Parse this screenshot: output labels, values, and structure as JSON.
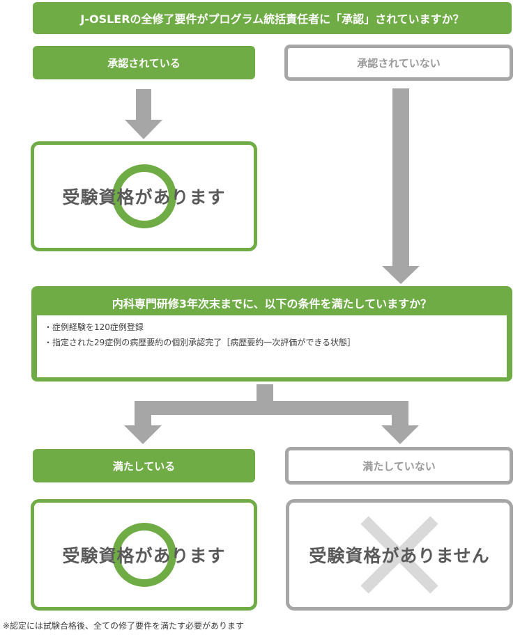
{
  "question1": "J-OSLERの全修了要件がプログラム統括責任者に「承認」されていますか？",
  "approved": "承認されている",
  "not_approved": "承認されていない",
  "result_ok_1": "受験資格があります",
  "question2": {
    "title": "内科専門研修3年次末までに、以下の条件を満たしていますか？",
    "items": [
      "・症例経験を120症例登録",
      "・指定された29症例の病歴要約の個別承認完了［病歴要約一次評価ができる状態］"
    ]
  },
  "satisfied": "満たしている",
  "not_satisfied": "満たしていない",
  "result_ok_2": "受験資格があります",
  "result_ng": "受験資格がありません",
  "footnote": "※認定には試験合格後、全ての修了要件を満たす必要があります",
  "colors": {
    "green": "#6fac46",
    "gray": "#a6a6a6",
    "light_gray": "#d9d9d9",
    "text_dark": "#595959"
  }
}
